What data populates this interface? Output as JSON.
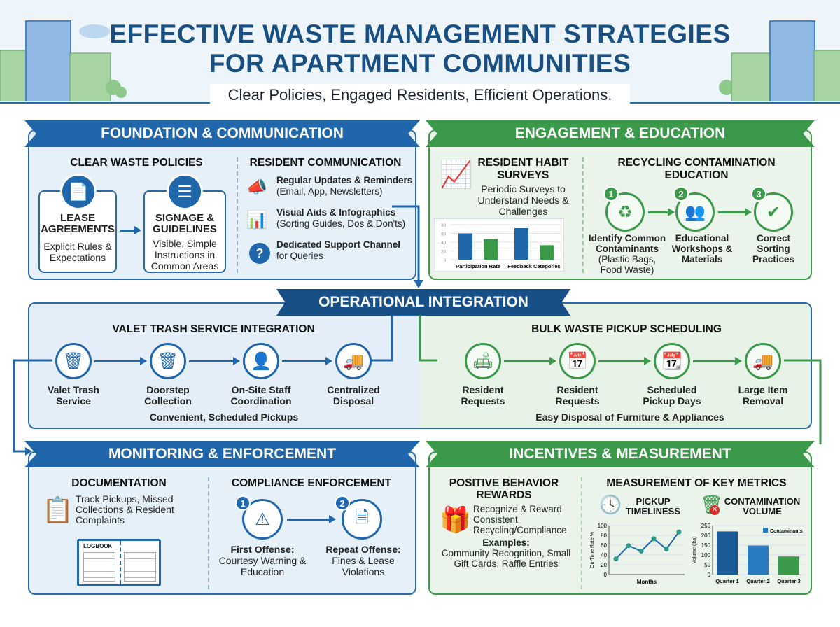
{
  "header": {
    "title_line1": "EFFECTIVE WASTE MANAGEMENT STRATEGIES",
    "title_line2": "FOR APARTMENT COMMUNITIES",
    "subtitle": "Clear Policies, Engaged Residents, Efficient Operations."
  },
  "colors": {
    "blue": "#1f66ab",
    "dark_blue": "#184f86",
    "green": "#3b9a4a",
    "title": "#1a4f82"
  },
  "foundation": {
    "title": "FOUNDATION & COMMUNICATION",
    "policies": {
      "heading": "CLEAR WASTE POLICIES",
      "lease": {
        "title": "LEASE AGREEMENTS",
        "desc": "Explicit Rules & Expectations"
      },
      "signage": {
        "title": "SIGNAGE & GUIDELINES",
        "desc": "Visible, Simple Instructions in Common Areas"
      }
    },
    "communication": {
      "heading": "RESIDENT COMMUNICATION",
      "items": [
        {
          "title": "Regular Updates & Reminders",
          "desc": "(Email, App, Newsletters)",
          "icon": "megaphone-icon"
        },
        {
          "title": "Visual Aids & Infographics",
          "desc": "(Sorting Guides, Dos & Don'ts)",
          "icon": "presentation-icon"
        },
        {
          "title": "Dedicated Support Channel",
          "desc": "for Queries",
          "icon": "question-icon"
        }
      ]
    }
  },
  "engagement": {
    "title": "ENGAGEMENT & EDUCATION",
    "surveys": {
      "heading": "RESIDENT HABIT SURVEYS",
      "desc": "Periodic Surveys to Understand Needs & Challenges"
    },
    "contamination": {
      "heading": "RECYCLING CONTAMINATION EDUCATION",
      "steps": [
        {
          "num": "1",
          "label": "Identify Common Contaminants",
          "desc": "(Plastic Bags, Food Waste)"
        },
        {
          "num": "2",
          "label": "Educational Workshops & Materials"
        },
        {
          "num": "3",
          "label": "Correct Sorting Practices"
        }
      ]
    }
  },
  "operational": {
    "title": "OPERATIONAL INTEGRATION",
    "valet": {
      "heading": "VALET TRASH SERVICE INTEGRATION",
      "steps": [
        "Valet Trash Service",
        "Doorstep Collection",
        "On-Site Staff Coordination",
        "Centralized Disposal"
      ],
      "footer": "Convenient, Scheduled Pickups"
    },
    "bulk": {
      "heading": "BULK WASTE PICKUP SCHEDULING",
      "steps": [
        "Resident Requests",
        "Resident Requests",
        "Scheduled Pickup Days",
        "Large Item Removal"
      ],
      "footer": "Easy Disposal of Furniture & Appliances"
    }
  },
  "monitoring": {
    "title": "MONITORING & ENFORCEMENT",
    "documentation": {
      "heading": "DOCUMENTATION",
      "desc": "Track Pickups, Missed Collections & Resident Complaints",
      "logbook": "LOGBOOK"
    },
    "compliance": {
      "heading": "COMPLIANCE ENFORCEMENT",
      "steps": [
        {
          "num": "1",
          "title": "First Offense:",
          "desc": "Courtesy Warning & Education"
        },
        {
          "num": "2",
          "title": "Repeat Offense:",
          "desc": "Fines & Lease Violations"
        }
      ]
    }
  },
  "incentives": {
    "title": "INCENTIVES & MEASUREMENT",
    "rewards": {
      "heading": "POSITIVE BEHAVIOR REWARDS",
      "desc": "Recognize & Reward Consistent Recycling/Compliance",
      "examples_title": "Examples:",
      "examples": "Community Recognition, Small Gift Cards, Raffle Entries"
    },
    "metrics": {
      "heading": "MEASUREMENT OF KEY METRICS",
      "timeliness": "PICKUP TIMELINESS",
      "contamination": "CONTAMINATION VOLUME"
    }
  },
  "chart_data": [
    {
      "type": "bar",
      "categories": [
        "Participation Rate",
        "Feedback Categories"
      ],
      "series": [
        {
          "values": [
            60,
            72
          ],
          "color": "#1f66ab"
        },
        {
          "values": [
            47,
            33
          ],
          "color": "#3b9a4a"
        }
      ],
      "ylim": [
        0,
        80
      ],
      "yticks": [
        0,
        20,
        40,
        60,
        80
      ],
      "grid": true
    },
    {
      "type": "line",
      "x": [
        1,
        2,
        3,
        4,
        5,
        6
      ],
      "values": [
        32,
        59,
        48,
        73,
        52,
        87
      ],
      "xlabel": "Months",
      "ylabel": "On-Time Rate %",
      "ylim": [
        0,
        100
      ],
      "yticks": [
        0,
        20,
        40,
        60,
        80,
        100
      ],
      "color": "#1f66ab"
    },
    {
      "type": "bar",
      "categories": [
        "Quarter 1",
        "Quarter 2",
        "Quarter 3"
      ],
      "values": [
        220,
        148,
        92
      ],
      "colors": [
        "#1a5a96",
        "#2a7ac0",
        "#3b9a4a"
      ],
      "ylabel": "Volume (lbs)",
      "ylim": [
        0,
        250
      ],
      "yticks": [
        0,
        50,
        100,
        150,
        200,
        250
      ],
      "legend": "Contaminants",
      "legend_position": "top-right",
      "grid": true
    }
  ]
}
